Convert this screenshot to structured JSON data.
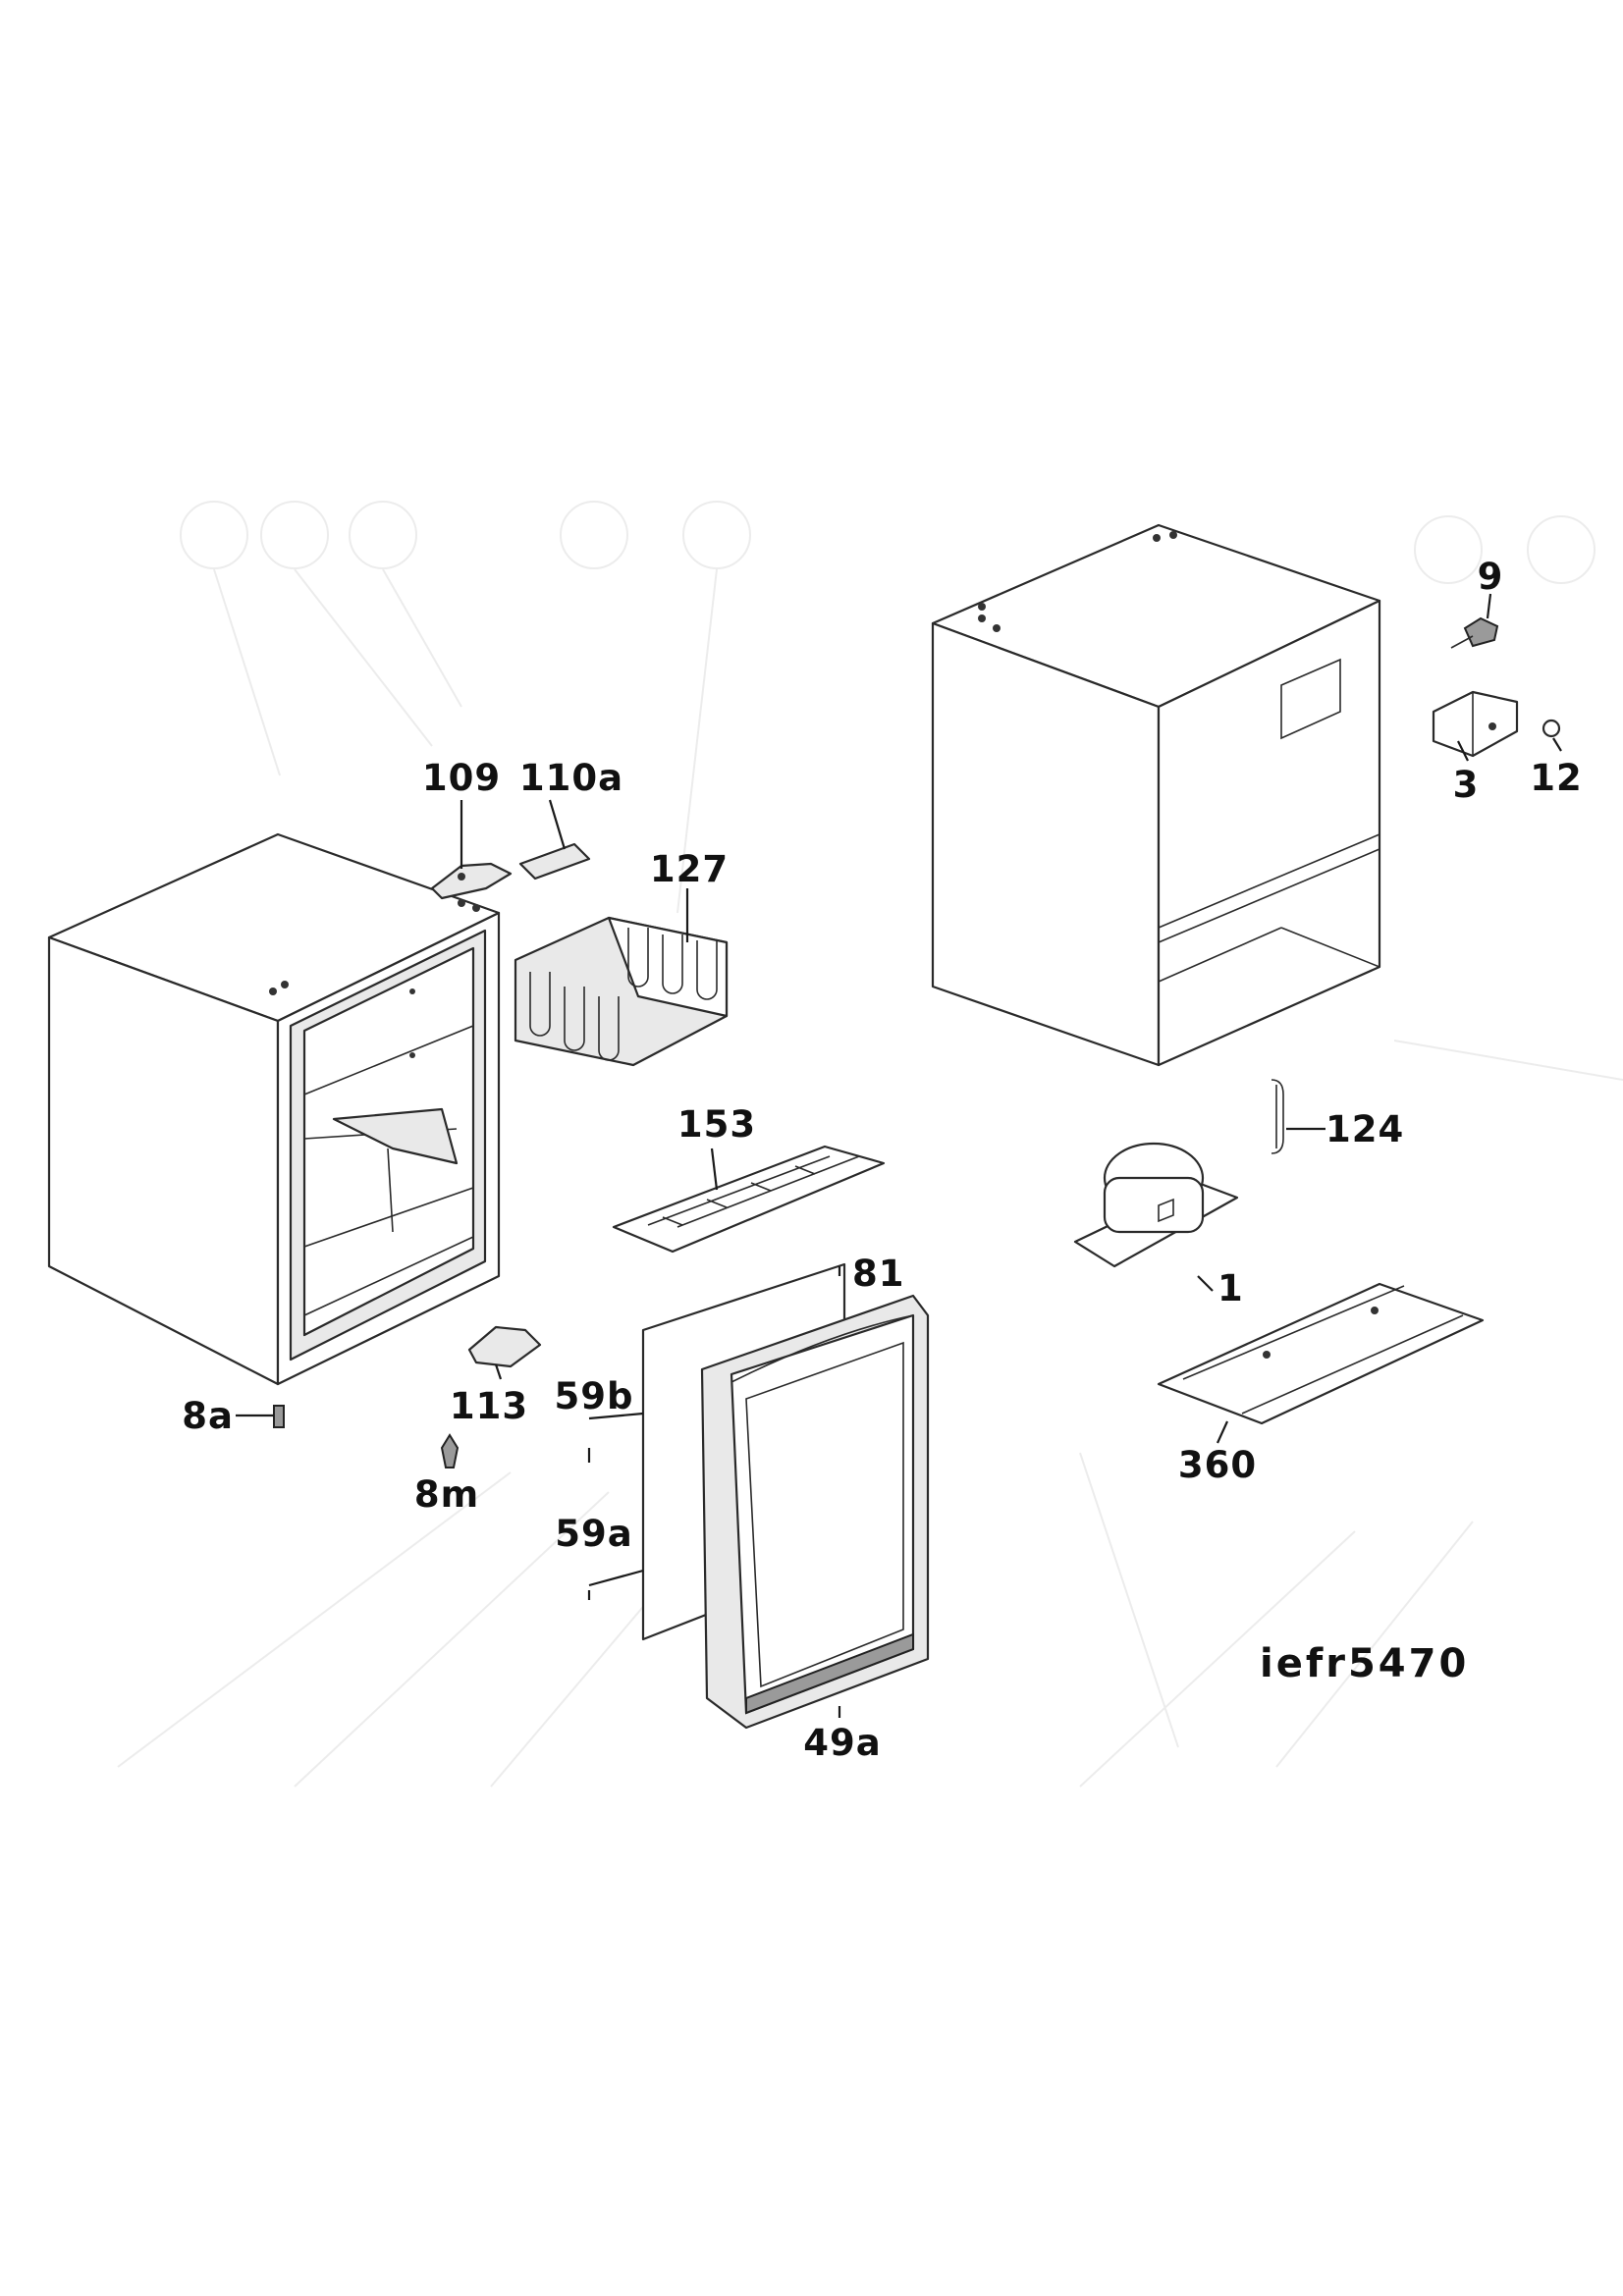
{
  "diagram": {
    "model_code": "iefr5470",
    "callouts": [
      {
        "id": "9",
        "text": "9"
      },
      {
        "id": "109",
        "text": "109"
      },
      {
        "id": "110a",
        "text": "110a"
      },
      {
        "id": "127",
        "text": "127"
      },
      {
        "id": "3",
        "text": "3"
      },
      {
        "id": "12",
        "text": "12"
      },
      {
        "id": "153",
        "text": "153"
      },
      {
        "id": "124",
        "text": "124"
      },
      {
        "id": "81",
        "text": "81"
      },
      {
        "id": "1",
        "text": "1"
      },
      {
        "id": "8a",
        "text": "8a"
      },
      {
        "id": "113",
        "text": "113"
      },
      {
        "id": "59b",
        "text": "59b"
      },
      {
        "id": "8m",
        "text": "8m"
      },
      {
        "id": "360",
        "text": "360"
      },
      {
        "id": "59a",
        "text": "59a"
      },
      {
        "id": "49a",
        "text": "49a"
      }
    ]
  }
}
